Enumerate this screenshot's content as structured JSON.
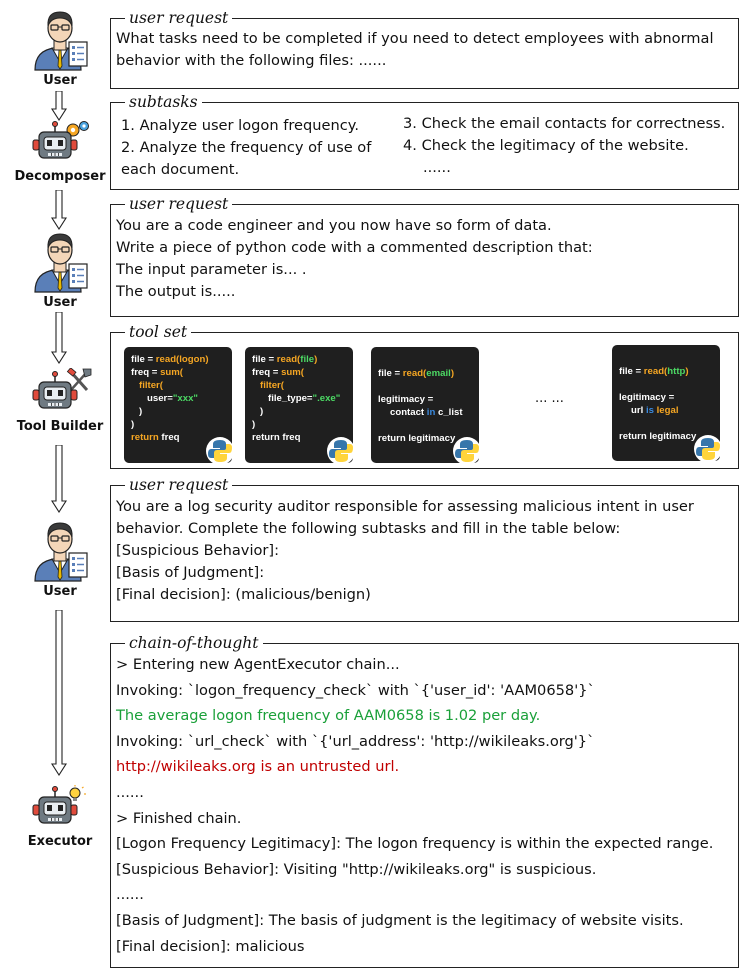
{
  "actors": [
    {
      "label": "User"
    },
    {
      "label": "Decomposer"
    },
    {
      "label": "User"
    },
    {
      "label": "Tool Builder"
    },
    {
      "label": "User"
    },
    {
      "label": "Executor"
    }
  ],
  "panel1": {
    "legend": "user request",
    "lines": [
      "What tasks need to be completed if you need to detect employees with abnormal",
      "behavior with the following files: ......"
    ]
  },
  "panel2": {
    "legend": "subtasks",
    "left": [
      "1. Analyze user logon frequency.",
      "2. Analyze the frequency of use of",
      "each document."
    ],
    "right": [
      "3. Check the email contacts for correctness.",
      "4. Check the legitimacy of the website.",
      "......"
    ]
  },
  "panel3": {
    "legend": "user request",
    "lines": [
      "You are a code engineer and you now have so form of data.",
      "Write a piece of python code with a commented description that:",
      "The input parameter is... .",
      "The output is....."
    ]
  },
  "panel4": {
    "legend": "tool set",
    "ellipsis": "... ...",
    "cards": {
      "logon": {
        "l1a": "file = ",
        "read": "read(",
        "arg": "logon",
        "close": ")",
        "l2a": "freq = ",
        "sum": "sum(",
        "filter": "filter(",
        "cond": "user=",
        "val": "\"xxx\"",
        "p1": ")",
        "p2": ")",
        "ret": "return",
        "retv": " freq"
      },
      "file": {
        "l1a": "file = ",
        "read": "read(",
        "arg": "file",
        "close": ")",
        "l2a": "freq = ",
        "sum": "sum(",
        "filter": "filter(",
        "cond": "file_type=",
        "val": "\".exe\"",
        "p1": ")",
        "p2": ")",
        "ret": "return freq"
      },
      "email": {
        "l1a": "file = ",
        "read": "read(",
        "arg": "email",
        "close": ")",
        "l2": "legitimacy =",
        "l3a": "contact ",
        "in": "in",
        "l3b": " c_list",
        "ret": "return legitimacy"
      },
      "http": {
        "l1a": "file = ",
        "read": "read(",
        "arg": "http",
        "close": ")",
        "l2": "legitimacy =",
        "l3a": "url ",
        "is": "is",
        "l3b": " legal",
        "ret": "return legitimacy"
      }
    }
  },
  "panel5": {
    "legend": "user request",
    "lines": [
      "You are a log security auditor responsible for assessing malicious intent in user",
      "behavior. Complete the following subtasks and fill in the table below:",
      "[Suspicious Behavior]:",
      "[Basis of Judgment]:",
      "[Final decision]: (malicious/benign)"
    ]
  },
  "panel6": {
    "legend": "chain-of-thought",
    "lines": [
      "> Entering new AgentExecutor chain...",
      "Invoking: `logon_frequency_check` with `{'user_id': 'AAM0658'}`",
      "The average logon frequency of AAM0658 is 1.02 per day.",
      "Invoking: `url_check` with `{'url_address': 'http://wikileaks.org'}`",
      "http://wikileaks.org is an untrusted url.",
      "......",
      "> Finished chain.",
      "[Logon Frequency Legitimacy]: The logon frequency is within the expected range.",
      "[Suspicious Behavior]: Visiting \"http://wikileaks.org\" is suspicious.",
      "......",
      "[Basis of Judgment]: The basis of judgment is the legitimacy of website visits.",
      "[Final decision]: malicious"
    ]
  },
  "colors": {
    "green_text": "#1aa039",
    "red_text": "#c00000",
    "orange_code": "#f5a623",
    "blue_code": "#3b8be0",
    "green_code": "#4cd964"
  }
}
